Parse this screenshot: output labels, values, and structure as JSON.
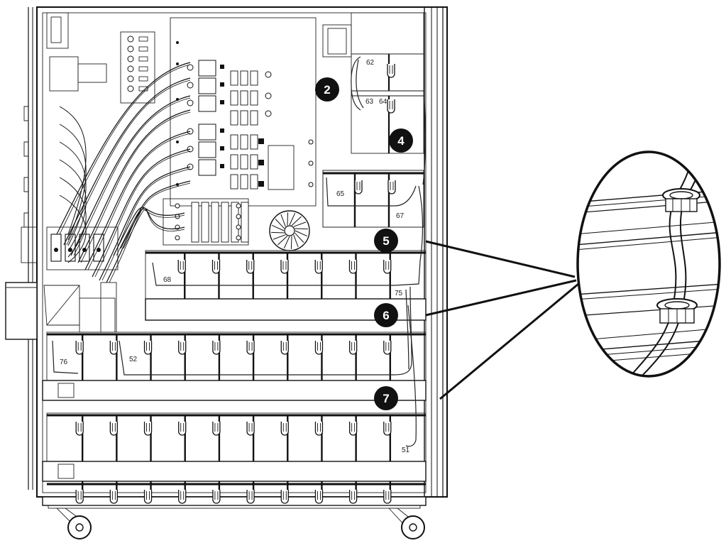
{
  "diagram": {
    "callouts": [
      "2",
      "4",
      "5",
      "6",
      "7"
    ],
    "cable_labels": {
      "c62": "62",
      "c63": "63",
      "c64": "64",
      "c65": "65",
      "c67": "67",
      "c68": "68",
      "c75": "75",
      "c76": "76",
      "c52": "52",
      "c51": "51"
    }
  },
  "colors": {
    "line": "#111111",
    "background": "#ffffff",
    "callout_fill": "#111111",
    "callout_text": "#ffffff"
  }
}
